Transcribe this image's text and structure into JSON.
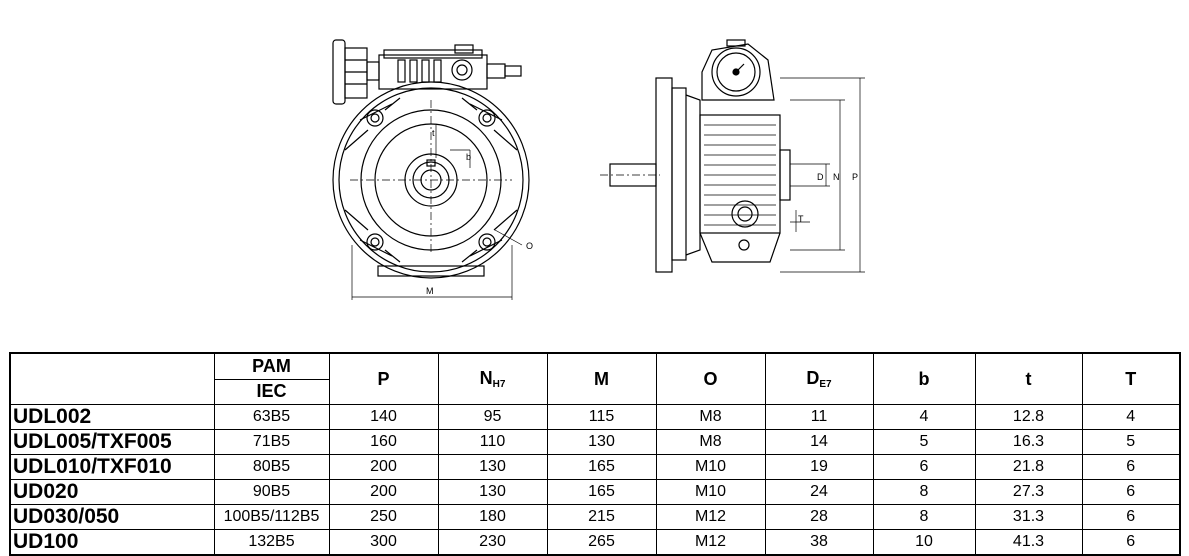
{
  "drawings": {
    "front_labels": {
      "t": "t",
      "b": "b",
      "o": "O",
      "m": "M"
    },
    "side_labels": {
      "d": "D",
      "n": "N",
      "p": "P",
      "t": "T"
    }
  },
  "table": {
    "header": {
      "pam": "PAM",
      "iec": "IEC",
      "p": "P",
      "n": "N",
      "n_sub": "H7",
      "m": "M",
      "o": "O",
      "d": "D",
      "d_sub": "E7",
      "b": "b",
      "t": "t",
      "T": "T"
    },
    "rows": [
      {
        "model": "UDL002",
        "iec": "63B5",
        "p": "140",
        "n": "95",
        "m": "115",
        "o": "M8",
        "d": "11",
        "b": "4",
        "t": "12.8",
        "T": "4"
      },
      {
        "model": "UDL005/TXF005",
        "iec": "71B5",
        "p": "160",
        "n": "110",
        "m": "130",
        "o": "M8",
        "d": "14",
        "b": "5",
        "t": "16.3",
        "T": "5"
      },
      {
        "model": "UDL010/TXF010",
        "iec": "80B5",
        "p": "200",
        "n": "130",
        "m": "165",
        "o": "M10",
        "d": "19",
        "b": "6",
        "t": "21.8",
        "T": "6"
      },
      {
        "model": "UD020",
        "iec": "90B5",
        "p": "200",
        "n": "130",
        "m": "165",
        "o": "M10",
        "d": "24",
        "b": "8",
        "t": "27.3",
        "T": "6"
      },
      {
        "model": "UD030/050",
        "iec": "100B5/112B5",
        "p": "250",
        "n": "180",
        "m": "215",
        "o": "M12",
        "d": "28",
        "b": "8",
        "t": "31.3",
        "T": "6"
      },
      {
        "model": "UD100",
        "iec": "132B5",
        "p": "300",
        "n": "230",
        "m": "265",
        "o": "M12",
        "d": "38",
        "b": "10",
        "t": "41.3",
        "T": "6"
      }
    ]
  }
}
